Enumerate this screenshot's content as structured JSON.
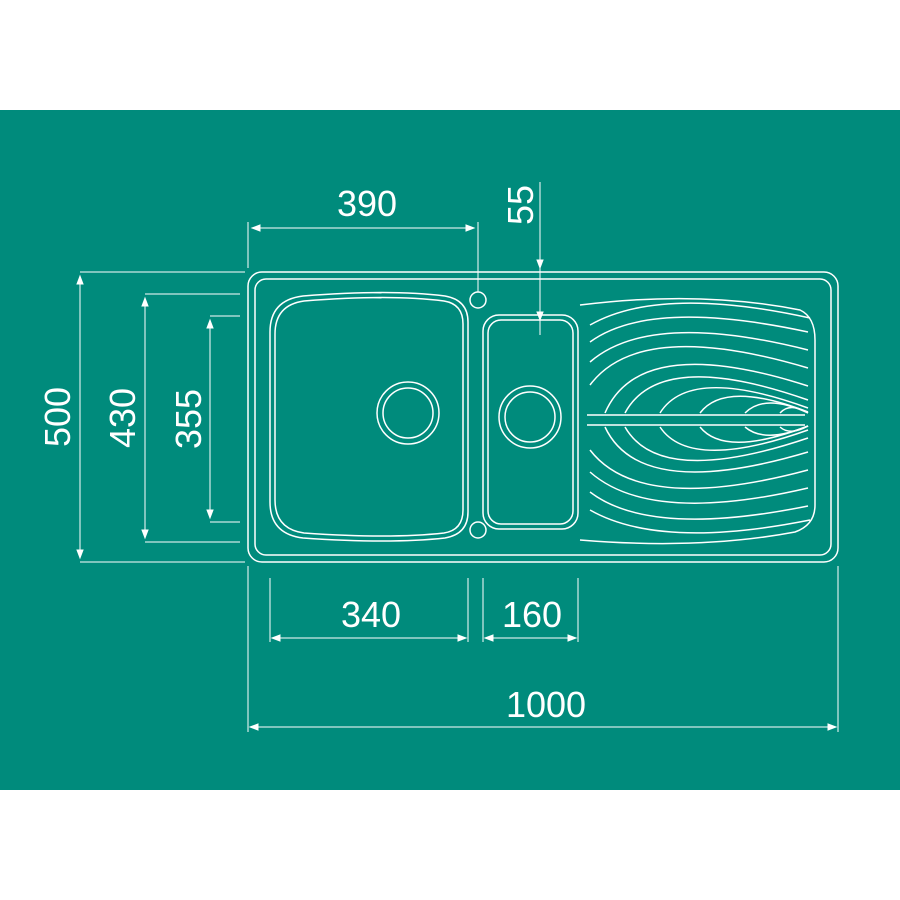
{
  "colors": {
    "background": "#008b7c",
    "lines": "#ffffff",
    "page": "#ffffff"
  },
  "dimensions": {
    "top_bowl_offset": "390",
    "tap_hole": "55",
    "overall_height": "500",
    "bowl_height": "430",
    "small_bowl_height": "355",
    "main_bowl_width": "340",
    "small_bowl_width": "160",
    "overall_width": "1000"
  }
}
